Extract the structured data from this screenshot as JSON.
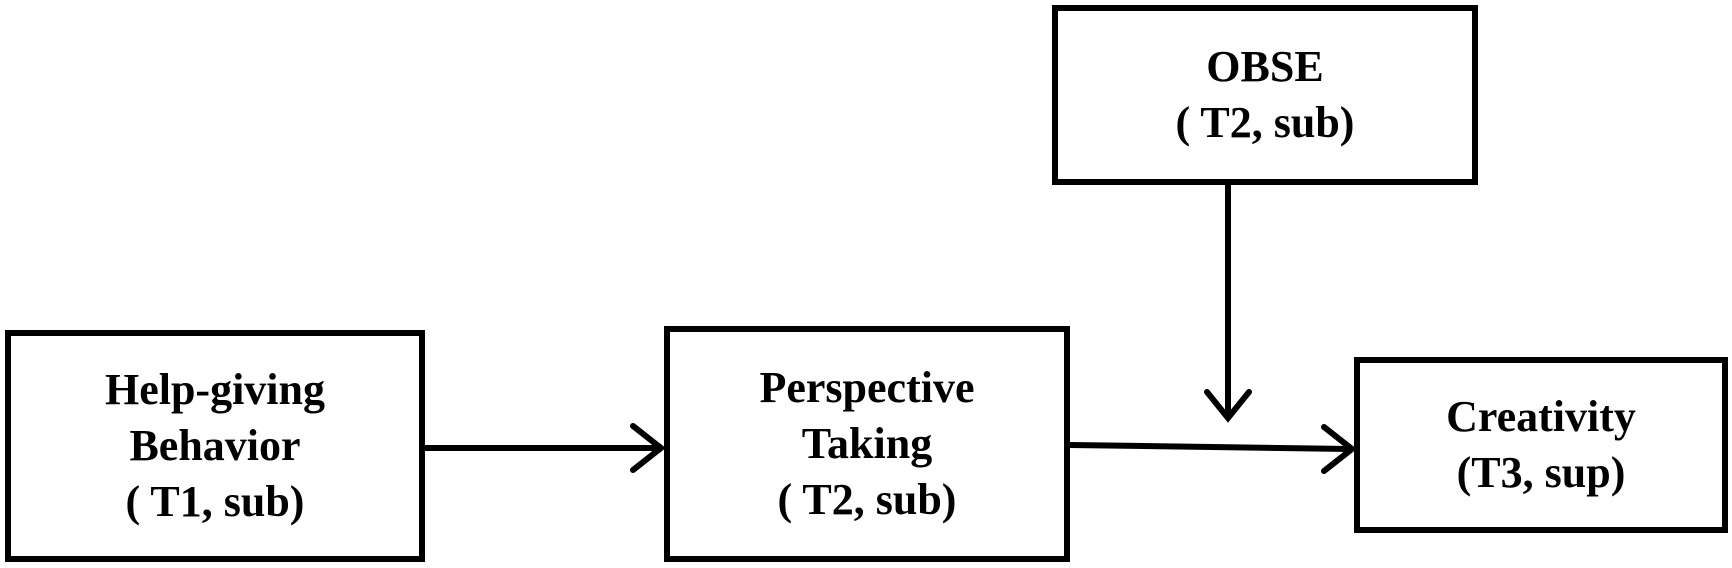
{
  "diagram": {
    "nodes": {
      "help_giving": {
        "lines": [
          "Help-giving",
          "Behavior",
          "( T1, sub)"
        ]
      },
      "perspective_taking": {
        "lines": [
          "Perspective",
          "Taking",
          "( T2, sub)"
        ]
      },
      "obse": {
        "lines": [
          "OBSE",
          "( T2, sub)"
        ]
      },
      "creativity": {
        "lines": [
          "Creativity",
          "(T3, sup)"
        ]
      }
    },
    "edges": [
      {
        "from": "help_giving",
        "to": "perspective_taking"
      },
      {
        "from": "perspective_taking",
        "to": "creativity"
      },
      {
        "from": "obse",
        "to": "path:perspective_taking-creativity",
        "type": "moderation"
      }
    ],
    "colors": {
      "stroke": "#000000",
      "background": "#ffffff"
    }
  }
}
